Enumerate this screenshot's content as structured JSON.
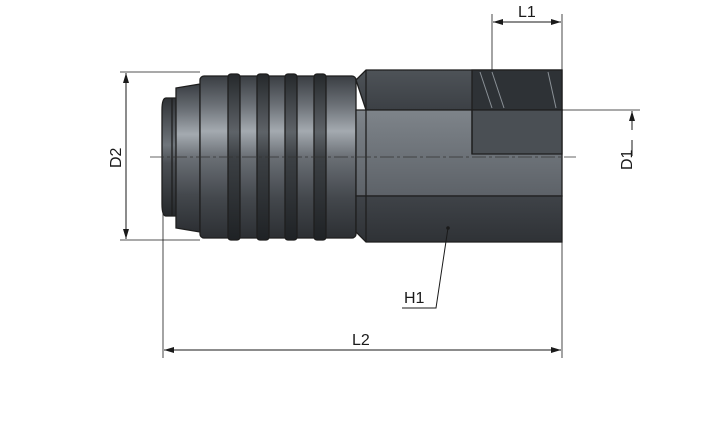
{
  "labels": {
    "L1": "L1",
    "L2": "L2",
    "D1": "D1",
    "D2": "D2",
    "H1": "H1"
  },
  "colors": {
    "body_dark": "#3b3f44",
    "body_mid": "#5a5f65",
    "body_light": "#9aa0a6",
    "line": "#1a1a1a",
    "background": "#ffffff"
  }
}
